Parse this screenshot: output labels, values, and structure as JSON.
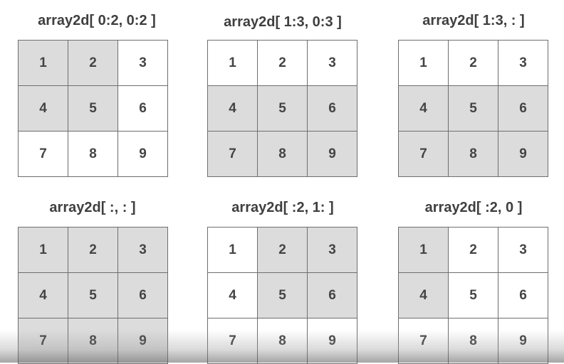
{
  "panels": [
    {
      "title": "array2d[ 0:2, 0:2 ]",
      "cells": [
        "1",
        "2",
        "3",
        "4",
        "5",
        "6",
        "7",
        "8",
        "9"
      ],
      "selected": [
        true,
        true,
        false,
        true,
        true,
        false,
        false,
        false,
        false
      ]
    },
    {
      "title": "array2d[ 1:3, 0:3 ]",
      "cells": [
        "1",
        "2",
        "3",
        "4",
        "5",
        "6",
        "7",
        "8",
        "9"
      ],
      "selected": [
        false,
        false,
        false,
        true,
        true,
        true,
        true,
        true,
        true
      ]
    },
    {
      "title": "array2d[ 1:3, : ]",
      "cells": [
        "1",
        "2",
        "3",
        "4",
        "5",
        "6",
        "7",
        "8",
        "9"
      ],
      "selected": [
        false,
        false,
        false,
        true,
        true,
        true,
        true,
        true,
        true
      ]
    },
    {
      "title": "array2d[ :, : ]",
      "cells": [
        "1",
        "2",
        "3",
        "4",
        "5",
        "6",
        "7",
        "8",
        "9"
      ],
      "selected": [
        true,
        true,
        true,
        true,
        true,
        true,
        true,
        true,
        true
      ]
    },
    {
      "title": "array2d[ :2, 1: ]",
      "cells": [
        "1",
        "2",
        "3",
        "4",
        "5",
        "6",
        "7",
        "8",
        "9"
      ],
      "selected": [
        false,
        true,
        true,
        false,
        true,
        true,
        false,
        false,
        false
      ]
    },
    {
      "title": "array2d[ :2, 0 ]",
      "cells": [
        "1",
        "2",
        "3",
        "4",
        "5",
        "6",
        "7",
        "8",
        "9"
      ],
      "selected": [
        true,
        false,
        false,
        true,
        false,
        false,
        false,
        false,
        false
      ]
    }
  ],
  "colors": {
    "highlight": "#dcdcdc",
    "plain": "#ffffff",
    "border": "#6e6e6e",
    "text": "#444444"
  }
}
